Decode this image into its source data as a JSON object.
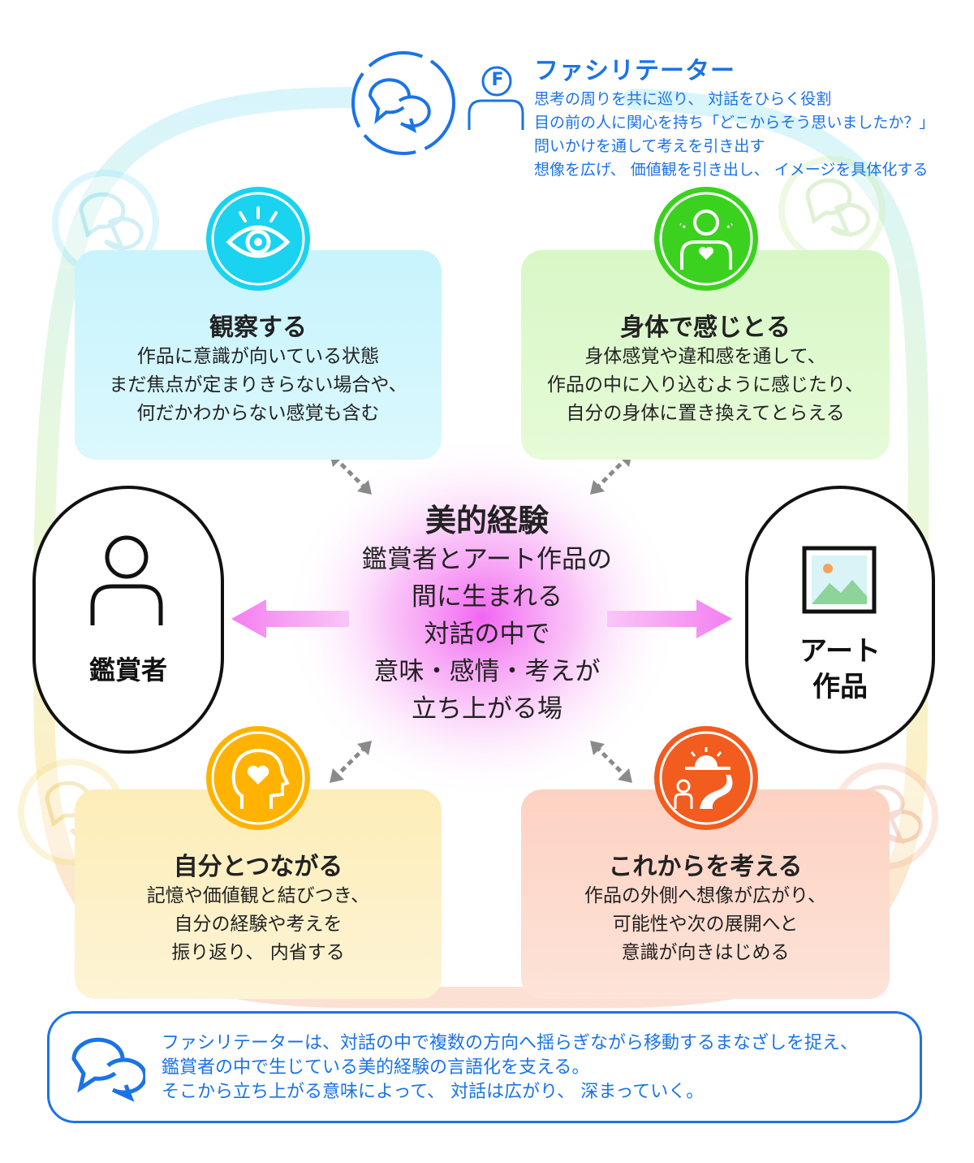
{
  "colors": {
    "accent_blue": "#1a73e8",
    "observe": "#19d3f0",
    "body": "#3bd21f",
    "self": "#ffb300",
    "future": "#f25c1f",
    "center_glow": "#f15cf0",
    "arrow_pink": "#f47ef0"
  },
  "facilitator": {
    "badge": "F",
    "title": "ファシリテーター",
    "lines": [
      "思考の周りを共に巡り、 対話をひらく役割",
      "目の前の人に関心を持ち「どこからそう思いましたか？」",
      "問いかけを通して考えを引き出す",
      "想像を広げ、 価値観を引き出し、 イメージを具体化する"
    ]
  },
  "cards": {
    "observe": {
      "icon": "eye-icon",
      "title": "観察する",
      "lines": [
        "作品に意識が向いている状態",
        "まだ焦点が定まりきらない場合や、",
        "何だかわからない感覚も含む"
      ]
    },
    "body": {
      "icon": "person-heart-icon",
      "title": "身体で感じとる",
      "lines": [
        "身体感覚や違和感を通して、",
        "作品の中に入り込むように感じたり、",
        "自分の身体に置き換えてとらえる"
      ]
    },
    "self": {
      "icon": "head-heart-icon",
      "title": "自分とつながる",
      "lines": [
        "記憶や価値観と結びつき、",
        "自分の経験や考えを",
        "振り返り、 内省する"
      ]
    },
    "future": {
      "icon": "sunrise-path-icon",
      "title": "これからを考える",
      "lines": [
        "作品の外側へ想像が広がり、",
        "可能性や次の展開へと",
        "意識が向きはじめる"
      ]
    }
  },
  "viewer": {
    "icon": "person-icon",
    "label": "鑑賞者"
  },
  "artwork": {
    "icon": "picture-icon",
    "label_lines": [
      "アート",
      "作品"
    ]
  },
  "center": {
    "title": "美的経験",
    "lines": [
      "鑑賞者とアート作品の",
      "間に生まれる",
      "対話の中で",
      "意味・感情・考えが",
      "立ち上がる場"
    ]
  },
  "bottom": {
    "icon": "chat-bubbles-icon",
    "lines": [
      "ファシリテーターは、対話の中で複数の方向へ揺らぎながら移動するまなざしを捉え、",
      "鑑賞者の中で生じている美的経験の言語化を支える。",
      "そこから立ち上がる意味によって、 対話は広がり、 深まっていく。"
    ]
  }
}
